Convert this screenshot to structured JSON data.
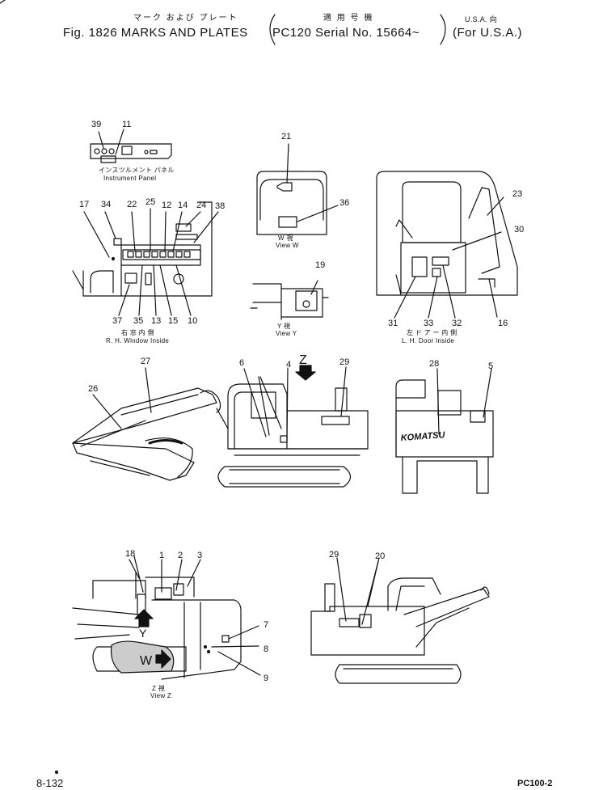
{
  "header": {
    "jp_title": "マーク および プレート",
    "fig_title": "Fig. 1826  MARKS AND PLATES",
    "jp_applicable": "適 用 号 機",
    "serial": "PC120 Serial No. 15664~",
    "jp_usa": "U.S.A. 向",
    "for_usa": "(For U.S.A.)"
  },
  "captions": {
    "instrument_jp": "インスツルメント パネル",
    "instrument": "Instrument Panel",
    "view_w_jp": "W 視",
    "view_w": "View W",
    "view_y_jp": "Y 視",
    "view_y": "View Y",
    "rh_jp": "右 窓 内 側",
    "rh": "R. H. Window Inside",
    "lh_jp": "左 ド ア ー 内 側",
    "lh": "L. H. Door Inside",
    "view_z_jp": "Z 視",
    "view_z": "View Z",
    "brand": "KOMATSU"
  },
  "arrows": {
    "z": "Z",
    "y": "Y",
    "w": "W"
  },
  "callouts": [
    "1",
    "2",
    "3",
    "4",
    "5",
    "6",
    "7",
    "8",
    "9",
    "10",
    "11",
    "12",
    "13",
    "14",
    "15",
    "16",
    "17",
    "18",
    "19",
    "20",
    "21",
    "22",
    "23",
    "24",
    "25",
    "26",
    "27",
    "28",
    "29",
    "30",
    "31",
    "32",
    "33",
    "34",
    "35",
    "36",
    "37",
    "38",
    "39"
  ],
  "footer": {
    "page": "8-132",
    "model": "PC100-2"
  }
}
